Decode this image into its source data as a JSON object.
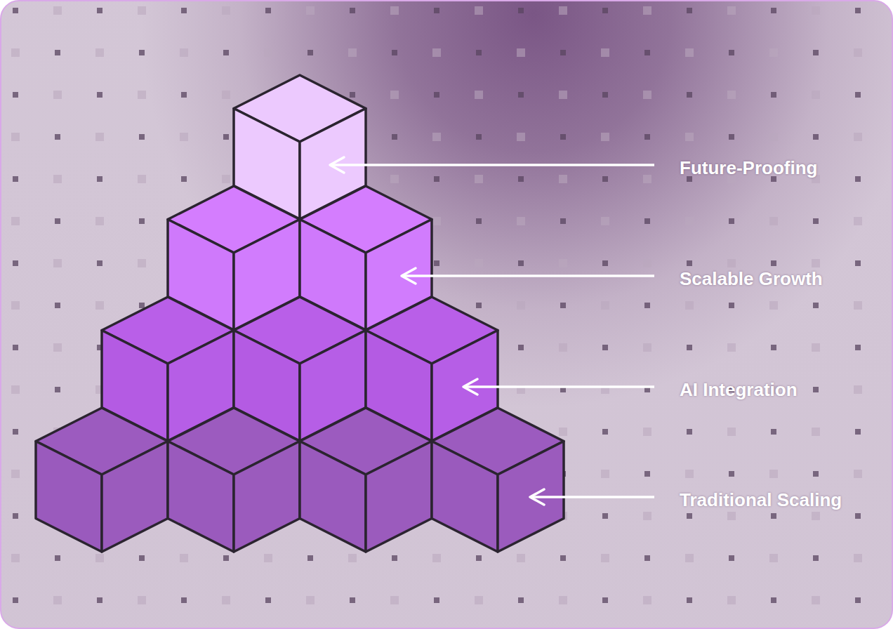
{
  "diagram": {
    "labels": [
      "Future-Proofing",
      "Scalable Growth",
      "AI Integration",
      "Traditional Scaling"
    ]
  }
}
